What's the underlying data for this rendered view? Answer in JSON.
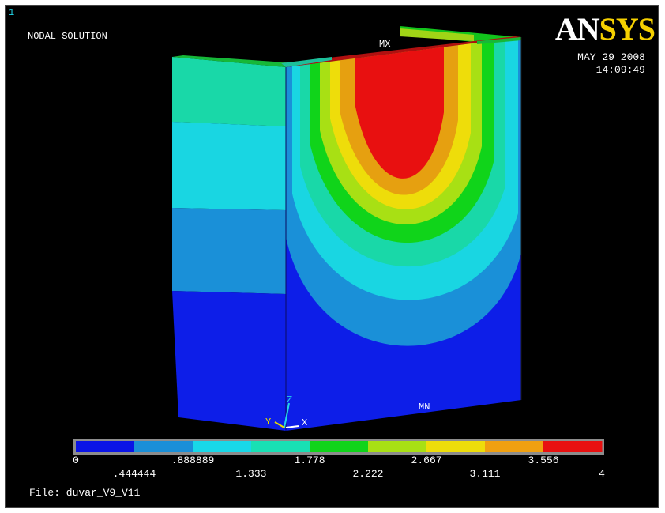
{
  "window_number": "1",
  "plot_title": "NODAL SOLUTION",
  "logo": {
    "part1": "AN",
    "part2": "SYS"
  },
  "date": "MAY 29 2008",
  "time": "14:09:49",
  "markers": {
    "max": "MX",
    "min": "MN"
  },
  "triad": {
    "z": "Z",
    "y": "Y",
    "x": "X"
  },
  "file_label": "File: duvar_V9_V11",
  "legend": {
    "colors": [
      "#0a14e6",
      "#1a8fd8",
      "#19d8e8",
      "#19e0b4",
      "#10d41a",
      "#a8e014",
      "#eedd0a",
      "#f0a010",
      "#e81010"
    ],
    "top_labels": [
      "0",
      ".888889",
      "1.778",
      "2.667",
      "3.556"
    ],
    "bottom_labels": [
      ".444444",
      "1.333",
      "2.222",
      "3.111",
      "4"
    ],
    "levels_top": [
      0,
      0.888889,
      1.778,
      2.667,
      3.556
    ],
    "levels_bottom": [
      0.444444,
      1.333,
      2.222,
      3.111,
      4
    ],
    "min": 0,
    "max": 4
  }
}
